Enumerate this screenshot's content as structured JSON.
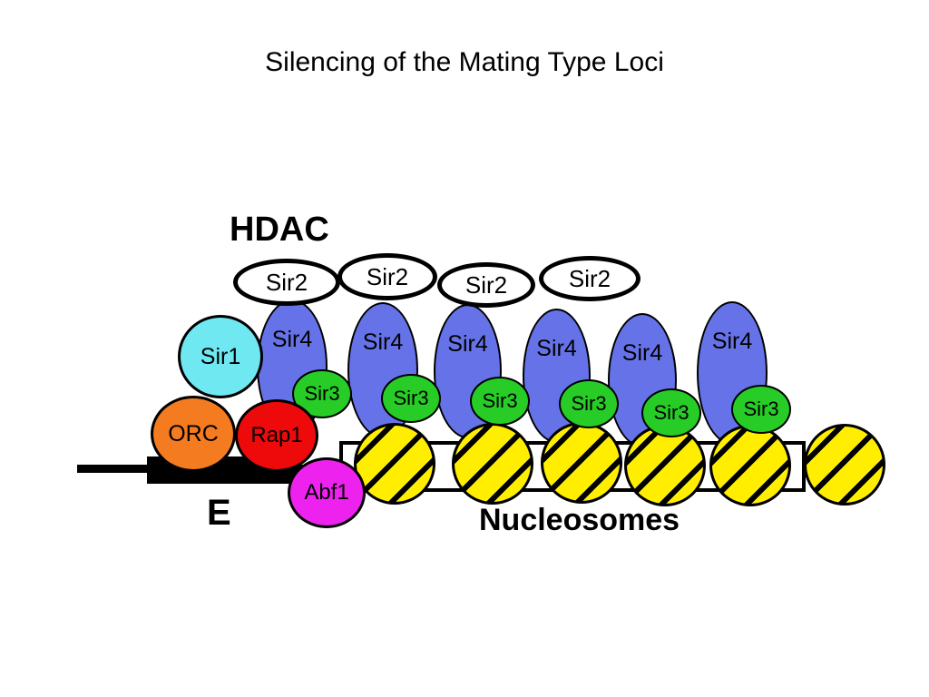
{
  "title": "Silencing of the Mating Type Loci",
  "labels": {
    "hdac": "HDAC",
    "e": "E",
    "nucleosomes": "Nucleosomes"
  },
  "proteins": {
    "sir2": [
      "Sir2",
      "Sir2",
      "Sir2",
      "Sir2"
    ],
    "sir4": [
      "Sir4",
      "Sir4",
      "Sir4",
      "Sir4",
      "Sir4",
      "Sir4"
    ],
    "sir3": [
      "Sir3",
      "Sir3",
      "Sir3",
      "Sir3",
      "Sir3",
      "Sir3"
    ],
    "sir1": "Sir1",
    "orc": "ORC",
    "rap1": "Rap1",
    "abf1": "Abf1"
  },
  "colors": {
    "sir4": "#6673E8",
    "sir1": "#6FE8F2",
    "sir3": "#27CC27",
    "orc": "#F47B20",
    "rap1": "#EE0A0A",
    "abf1": "#EE22EE",
    "nucleosome": "#FFEE00",
    "outline": "#000000"
  }
}
